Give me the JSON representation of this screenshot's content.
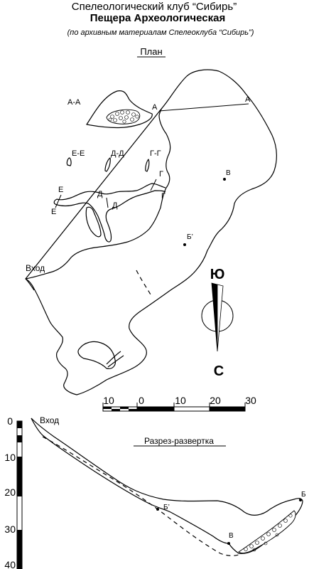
{
  "header": {
    "line1": "Спелеологический клуб “Сибирь”",
    "line2": "Пещера Археологическая",
    "line3": "(по архивным материалам Спелеоклуба “Сибирь”)"
  },
  "plan": {
    "title": "План",
    "section_labels": [
      "А-А",
      "Е-Е",
      "Д-Д",
      "Г-Г"
    ],
    "point_labels": {
      "a_left": "А",
      "a_right": "А",
      "g_top": "Г",
      "g_bottom": "Г",
      "d_top": "Д",
      "d_bottom": "Д",
      "e_top": "Е",
      "e_bottom": "Е",
      "v": "В",
      "b": "Б’"
    },
    "entrance": "Вход"
  },
  "compass": {
    "south": "Ю",
    "north": "С"
  },
  "scale_bar": {
    "ticks": [
      "10",
      "0",
      "10",
      "20",
      "30"
    ]
  },
  "profile": {
    "title": "Разрез-развертка",
    "entrance": "Вход",
    "points": {
      "b_prime": "Б’",
      "v": "В",
      "b": "Б"
    },
    "depth_ticks": [
      "0",
      "10",
      "20",
      "30",
      "40"
    ]
  }
}
